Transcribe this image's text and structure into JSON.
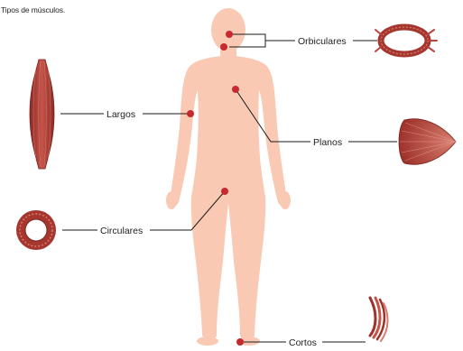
{
  "caption": "Tipos de músculos.",
  "labels": {
    "orbiculares": "Orbiculares",
    "largos": "Largos",
    "planos": "Planos",
    "circulares": "Circulares",
    "cortos": "Cortos"
  },
  "colors": {
    "skin": "#f9c9b4",
    "marker": "#c62a2f",
    "line": "#1a1a1a",
    "muscle_dark": "#8e2a25",
    "muscle_mid": "#b6473f",
    "muscle_light": "#d97b6e"
  }
}
